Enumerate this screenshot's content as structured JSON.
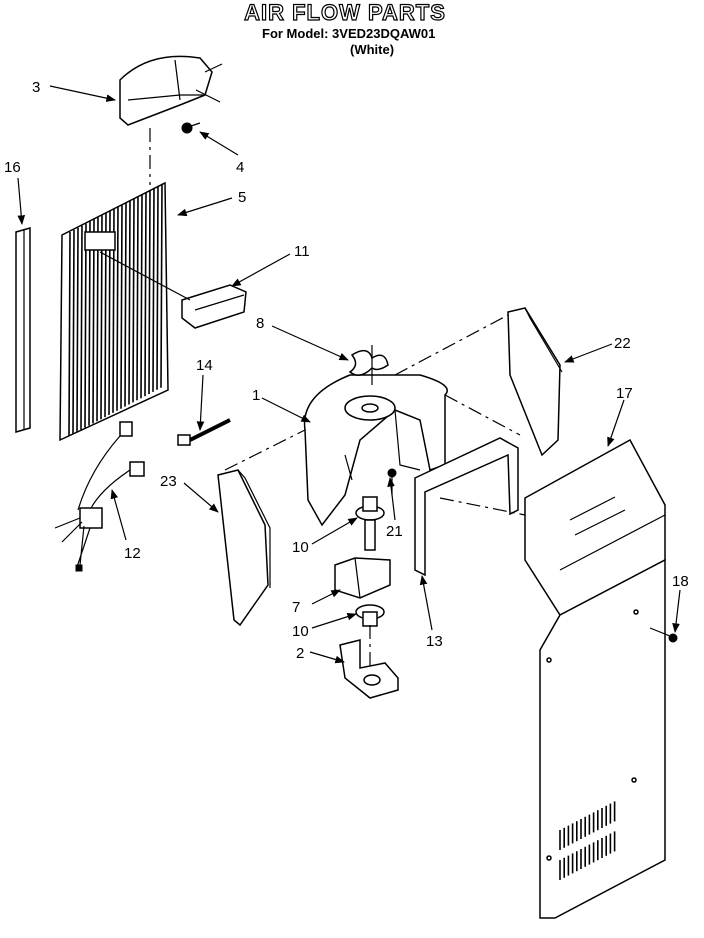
{
  "title": "AIR FLOW PARTS",
  "model_line": "For Model: 3VED23DQAW01",
  "color_line": "(White)",
  "callouts": {
    "c1": "1",
    "c2": "2",
    "c3": "3",
    "c4": "4",
    "c5": "5",
    "c7": "7",
    "c8": "8",
    "c10a": "10",
    "c10b": "10",
    "c11": "11",
    "c12": "12",
    "c13": "13",
    "c14": "14",
    "c16": "16",
    "c17": "17",
    "c18": "18",
    "c21": "21",
    "c22": "22",
    "c23": "23"
  }
}
